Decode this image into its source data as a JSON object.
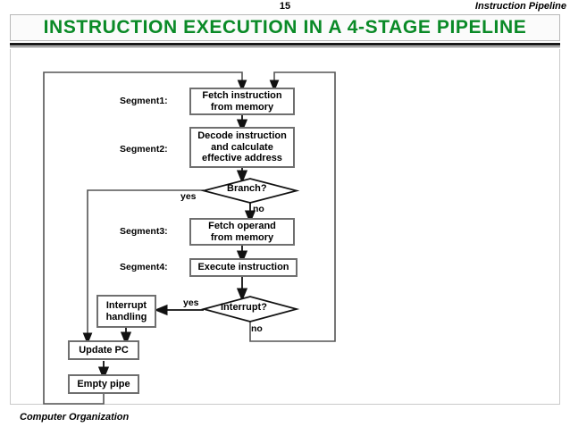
{
  "header": {
    "page_number": "15",
    "right_label": "Instruction Pipeline"
  },
  "title": {
    "text": "INSTRUCTION  EXECUTION  IN  A  4-STAGE  PIPELINE",
    "color": "#0a8a27"
  },
  "footer": {
    "text": "Computer Organization"
  },
  "flowchart": {
    "type": "flowchart",
    "segment_labels": [
      {
        "id": "segment1",
        "text": "Segment1:"
      },
      {
        "id": "segment2",
        "text": "Segment2:"
      },
      {
        "id": "segment3",
        "text": "Segment3:"
      },
      {
        "id": "segment4",
        "text": "Segment4:"
      }
    ],
    "nodes": [
      {
        "id": "fetch-instruction",
        "shape": "process",
        "line1": "Fetch instruction",
        "line2": "from memory"
      },
      {
        "id": "decode-instruction",
        "shape": "process",
        "line1": "Decode instruction",
        "line2": "and calculate",
        "line3": "effective address"
      },
      {
        "id": "branch-decision",
        "shape": "diamond",
        "text": "Branch?"
      },
      {
        "id": "fetch-operand",
        "shape": "process",
        "line1": "Fetch operand",
        "line2": "from memory"
      },
      {
        "id": "execute-instruction",
        "shape": "process",
        "line1": "Execute instruction"
      },
      {
        "id": "interrupt-decision",
        "shape": "diamond",
        "text": "Interrupt?"
      },
      {
        "id": "interrupt-handling",
        "shape": "process",
        "line1": "Interrupt",
        "line2": "handling"
      },
      {
        "id": "update-pc",
        "shape": "process",
        "line1": "Update PC"
      },
      {
        "id": "empty-pipe",
        "shape": "process",
        "line1": "Empty pipe"
      }
    ],
    "edge_labels": [
      {
        "id": "branch-yes",
        "text": "yes"
      },
      {
        "id": "branch-no",
        "text": "no"
      },
      {
        "id": "interrupt-yes",
        "text": "yes"
      },
      {
        "id": "interrupt-no",
        "text": "no"
      }
    ]
  }
}
